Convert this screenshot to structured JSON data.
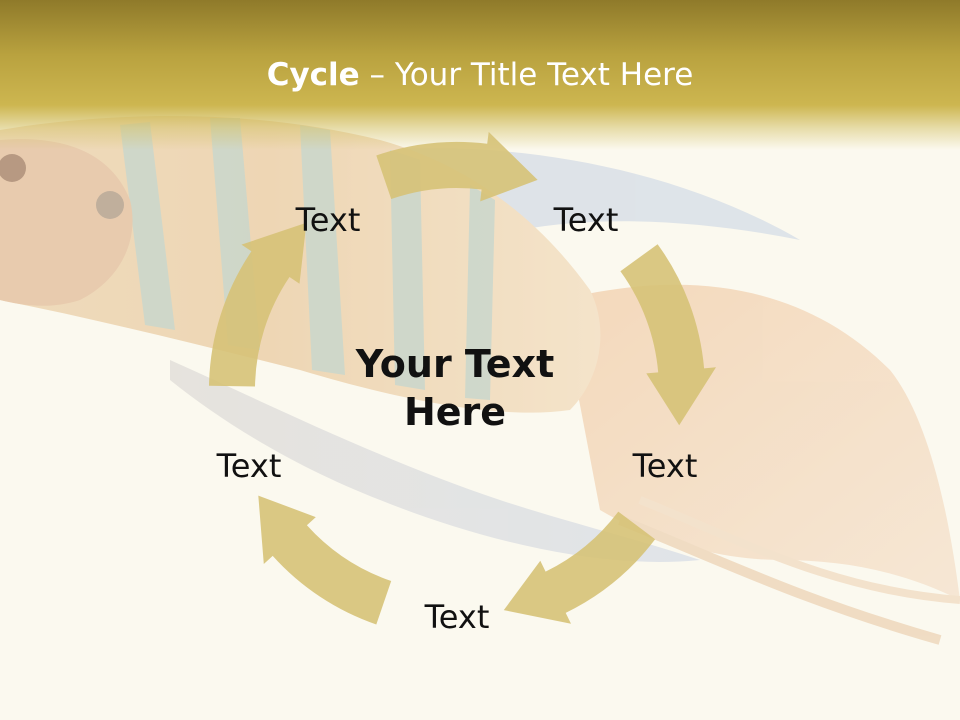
{
  "title": {
    "strong": "Cycle",
    "rest": " – Your Title Text Here"
  },
  "center_text": "Your Text Here",
  "nodes": [
    "Text",
    "Text",
    "Text",
    "Text",
    "Text"
  ],
  "colors": {
    "title_band": "#b9a23f",
    "arrow": "#d6c277",
    "background": "#fbf9ef",
    "title_text": "#ffffff",
    "body_text": "#111111"
  },
  "background_image": "fish-photo"
}
